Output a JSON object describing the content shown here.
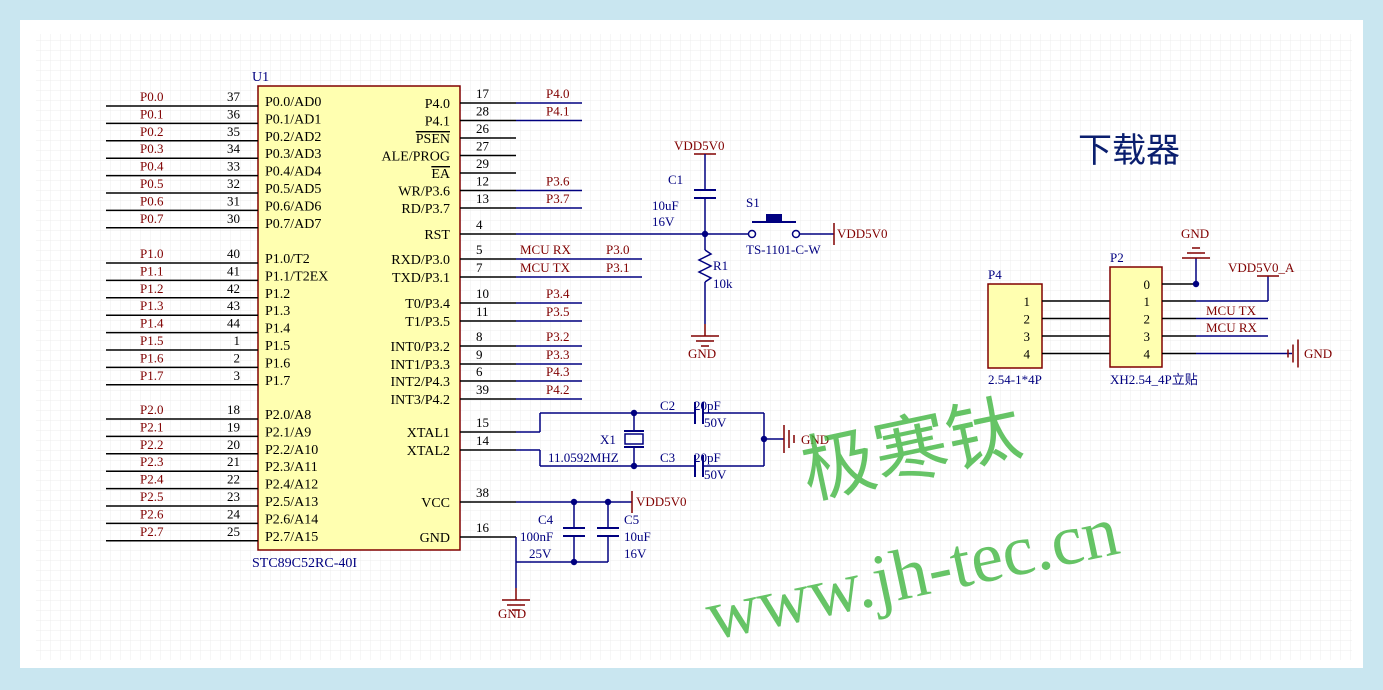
{
  "theme": {
    "border": "#c9e6f0",
    "paper": "#ffffff",
    "grid": "#e4e4e4",
    "wire": "#000080",
    "pin": "#000000",
    "netlabel": "#800000",
    "chip_fill": "#ffffb0",
    "chip_stroke": "#800000",
    "designator": "#000080",
    "title": "#0a1e6e",
    "watermark": "#3cb43c"
  },
  "title": "下载器",
  "u1": {
    "designator": "U1",
    "part": "STC89C52RC-40I",
    "left_pins": [
      {
        "num": "37",
        "name": "P0.0/AD0",
        "net": "P0.0"
      },
      {
        "num": "36",
        "name": "P0.1/AD1",
        "net": "P0.1"
      },
      {
        "num": "35",
        "name": "P0.2/AD2",
        "net": "P0.2"
      },
      {
        "num": "34",
        "name": "P0.3/AD3",
        "net": "P0.3"
      },
      {
        "num": "33",
        "name": "P0.4/AD4",
        "net": "P0.4"
      },
      {
        "num": "32",
        "name": "P0.5/AD5",
        "net": "P0.5"
      },
      {
        "num": "31",
        "name": "P0.6/AD6",
        "net": "P0.6"
      },
      {
        "num": "30",
        "name": "P0.7/AD7",
        "net": "P0.7"
      },
      {
        "num": "40",
        "name": "P1.0/T2",
        "net": "P1.0"
      },
      {
        "num": "41",
        "name": "P1.1/T2EX",
        "net": "P1.1"
      },
      {
        "num": "42",
        "name": "P1.2",
        "net": "P1.2"
      },
      {
        "num": "43",
        "name": "P1.3",
        "net": "P1.3"
      },
      {
        "num": "44",
        "name": "P1.4",
        "net": "P1.4"
      },
      {
        "num": "1",
        "name": "P1.5",
        "net": "P1.5"
      },
      {
        "num": "2",
        "name": "P1.6",
        "net": "P1.6"
      },
      {
        "num": "3",
        "name": "P1.7",
        "net": "P1.7"
      },
      {
        "num": "18",
        "name": "P2.0/A8",
        "net": "P2.0"
      },
      {
        "num": "19",
        "name": "P2.1/A9",
        "net": "P2.1"
      },
      {
        "num": "20",
        "name": "P2.2/A10",
        "net": "P2.2"
      },
      {
        "num": "21",
        "name": "P2.3/A11",
        "net": "P2.3"
      },
      {
        "num": "22",
        "name": "P2.4/A12",
        "net": "P2.4"
      },
      {
        "num": "23",
        "name": "P2.5/A13",
        "net": "P2.5"
      },
      {
        "num": "24",
        "name": "P2.6/A14",
        "net": "P2.6"
      },
      {
        "num": "25",
        "name": "P2.7/A15",
        "net": "P2.7"
      }
    ],
    "right_pins": [
      {
        "num": "17",
        "name": "P4.0",
        "net": "P4.0"
      },
      {
        "num": "28",
        "name": "P4.1",
        "net": "P4.1"
      },
      {
        "num": "26",
        "name": "PSEN",
        "net": ""
      },
      {
        "num": "27",
        "name": "ALE/PROG",
        "net": ""
      },
      {
        "num": "29",
        "name": "EA",
        "net": ""
      },
      {
        "num": "12",
        "name": "WR/P3.6",
        "net": "P3.6"
      },
      {
        "num": "13",
        "name": "RD/P3.7",
        "net": "P3.7"
      },
      {
        "num": "4",
        "name": "RST",
        "net": ""
      },
      {
        "num": "5",
        "name": "RXD/P3.0",
        "net": "P3.0",
        "net2": "MCU RX"
      },
      {
        "num": "7",
        "name": "TXD/P3.1",
        "net": "P3.1",
        "net2": "MCU TX"
      },
      {
        "num": "10",
        "name": "T0/P3.4",
        "net": "P3.4"
      },
      {
        "num": "11",
        "name": "T1/P3.5",
        "net": "P3.5"
      },
      {
        "num": "8",
        "name": "INT0/P3.2",
        "net": "P3.2"
      },
      {
        "num": "9",
        "name": "INT1/P3.3",
        "net": "P3.3"
      },
      {
        "num": "6",
        "name": "INT2/P4.3",
        "net": "P4.3"
      },
      {
        "num": "39",
        "name": "INT3/P4.2",
        "net": "P4.2"
      },
      {
        "num": "15",
        "name": "XTAL1",
        "net": ""
      },
      {
        "num": "14",
        "name": "XTAL2",
        "net": ""
      },
      {
        "num": "38",
        "name": "VCC",
        "net": ""
      },
      {
        "num": "16",
        "name": "GND",
        "net": ""
      }
    ]
  },
  "reset": {
    "vdd_top": "VDD5V0",
    "c1": {
      "designator": "C1",
      "value": "10uF",
      "voltage": "16V"
    },
    "s1": {
      "designator": "S1",
      "part": "TS-1101-C-W",
      "vdd": "VDD5V0"
    },
    "r1": {
      "designator": "R1",
      "value": "10k"
    },
    "gnd": "GND"
  },
  "crystal": {
    "c2": {
      "designator": "C2",
      "value": "20pF",
      "voltage": "50V"
    },
    "c3": {
      "designator": "C3",
      "value": "20pF",
      "voltage": "50V"
    },
    "x1": {
      "designator": "X1",
      "value": "11.0592MHZ"
    },
    "gnd": "GND"
  },
  "power": {
    "vdd": "VDD5V0",
    "c4": {
      "designator": "C4",
      "value": "100nF",
      "voltage": "25V"
    },
    "c5": {
      "designator": "C5",
      "value": "10uF",
      "voltage": "16V"
    },
    "gnd": "GND"
  },
  "p4": {
    "designator": "P4",
    "part": "2.54-1*4P",
    "pins": [
      "1",
      "2",
      "3",
      "4"
    ]
  },
  "p2": {
    "designator": "P2",
    "part": "XH2.54_4P立贴",
    "pins": [
      "0",
      "1",
      "2",
      "3",
      "4"
    ],
    "gnd_top": "GND",
    "vdd": "VDD5V0_A",
    "tx": "MCU TX",
    "rx": "MCU RX",
    "gnd_right": "GND"
  },
  "watermark": {
    "cn": "极寒钛",
    "url": "www.jh-tec.cn"
  }
}
